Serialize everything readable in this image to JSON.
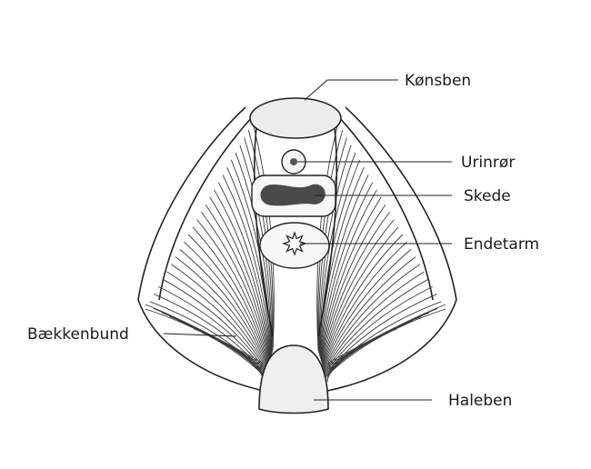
{
  "labels": {
    "pubic_bone": "Kønsben",
    "urethra": "Urinrør",
    "vagina": "Skede",
    "rectum": "Endetarm",
    "pelvic_floor": "Bækkenbund",
    "tailbone": "Haleben"
  }
}
